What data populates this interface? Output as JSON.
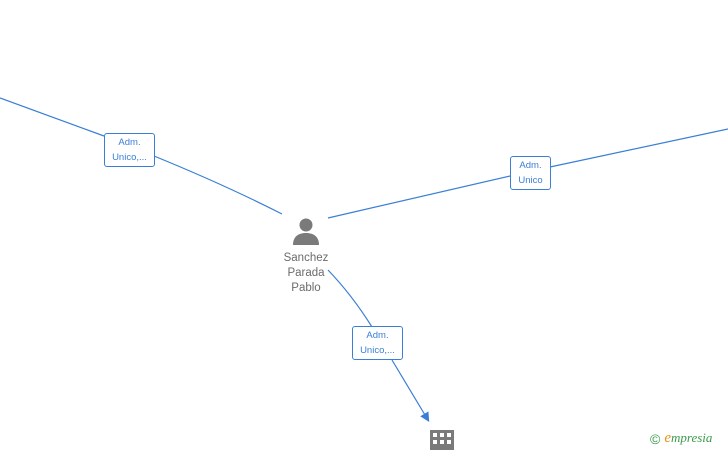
{
  "graph": {
    "person": {
      "name_lines": [
        "Sanchez",
        "Parada",
        "Pablo"
      ],
      "icon": "person-icon"
    },
    "company": {
      "icon": "building-icon"
    },
    "edges": [
      {
        "id": "edge-left",
        "label_lines": [
          "Adm.",
          "Unico,..."
        ]
      },
      {
        "id": "edge-right",
        "label_lines": [
          "Adm.",
          "Unico"
        ]
      },
      {
        "id": "edge-bottom",
        "label_lines": [
          "Adm.",
          "Unico,..."
        ]
      }
    ]
  },
  "watermark": {
    "symbol": "©",
    "brand_initial": "e",
    "brand_rest": "mpresia"
  },
  "colors": {
    "edge": "#3a7fd5",
    "node_icon": "#7a7a7a",
    "text": "#6b6b6b",
    "brand_green": "#3a9a4a",
    "brand_orange": "#e8931a"
  }
}
